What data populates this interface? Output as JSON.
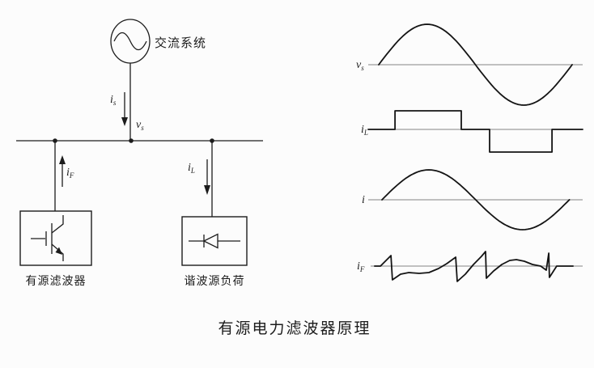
{
  "page": {
    "caption": "有源电力滤波器原理",
    "background": "#fcfcfc",
    "line_color": "#1c1c1c",
    "axis_color": "#9b9b9b"
  },
  "circuit": {
    "source_label": "交流系统",
    "source_current": {
      "base": "i",
      "sub": "s"
    },
    "bus_voltage": {
      "base": "v",
      "sub": "s"
    },
    "filter": {
      "label": "有源滤波器",
      "current": {
        "base": "i",
        "sub": "F"
      }
    },
    "load": {
      "label": "谐波源负荷",
      "current": {
        "base": "i",
        "sub": "L"
      }
    }
  },
  "chart_data": {
    "type": "line",
    "title": "有源电力滤波器原理",
    "xlabel": "",
    "ylabel": "",
    "legend_position": "left-of-axis",
    "grid": false,
    "waveforms": [
      {
        "name": "source-voltage",
        "label": {
          "base": "v",
          "sub": "s"
        },
        "kind": "sine",
        "periods": 1,
        "amplitude": 1,
        "x_span": [
          0.049,
          0.951
        ]
      },
      {
        "name": "load-current",
        "label": {
          "base": "i",
          "sub": "L"
        },
        "kind": "square",
        "levels": [
          [
            0,
            0.125,
            0
          ],
          [
            0.125,
            0.434,
            0.92
          ],
          [
            0.434,
            0.566,
            0
          ],
          [
            0.566,
            0.857,
            -1.12
          ],
          [
            0.857,
            1,
            0
          ]
        ]
      },
      {
        "name": "source-current",
        "label": {
          "base": "i",
          "sub": ""
        },
        "kind": "sine",
        "periods": 1,
        "amplitude": 1,
        "x_span": [
          0.064,
          0.938
        ]
      },
      {
        "name": "filter-compensation-current",
        "label": {
          "base": "i",
          "sub": "F"
        },
        "kind": "points",
        "points": [
          [
            0.03,
            0
          ],
          [
            0.057,
            0
          ],
          [
            0.106,
            0.65
          ],
          [
            0.113,
            -0.85
          ],
          [
            0.151,
            -0.5
          ],
          [
            0.189,
            -0.4
          ],
          [
            0.238,
            -0.45
          ],
          [
            0.283,
            -0.4
          ],
          [
            0.328,
            -0.15
          ],
          [
            0.366,
            0.15
          ],
          [
            0.408,
            0.55
          ],
          [
            0.415,
            -0.95
          ],
          [
            0.453,
            -0.5
          ],
          [
            0.491,
            0.1
          ],
          [
            0.528,
            0.6
          ],
          [
            0.547,
            0.9
          ],
          [
            0.551,
            -0.75
          ],
          [
            0.585,
            -0.3
          ],
          [
            0.623,
            0.1
          ],
          [
            0.66,
            0.35
          ],
          [
            0.691,
            0.4
          ],
          [
            0.728,
            0.3
          ],
          [
            0.766,
            0.1
          ],
          [
            0.804,
            0
          ],
          [
            0.83,
            -0.25
          ],
          [
            0.842,
            0.8
          ],
          [
            0.845,
            -0.7
          ],
          [
            0.879,
            0
          ],
          [
            0.955,
            0
          ]
        ]
      }
    ]
  }
}
